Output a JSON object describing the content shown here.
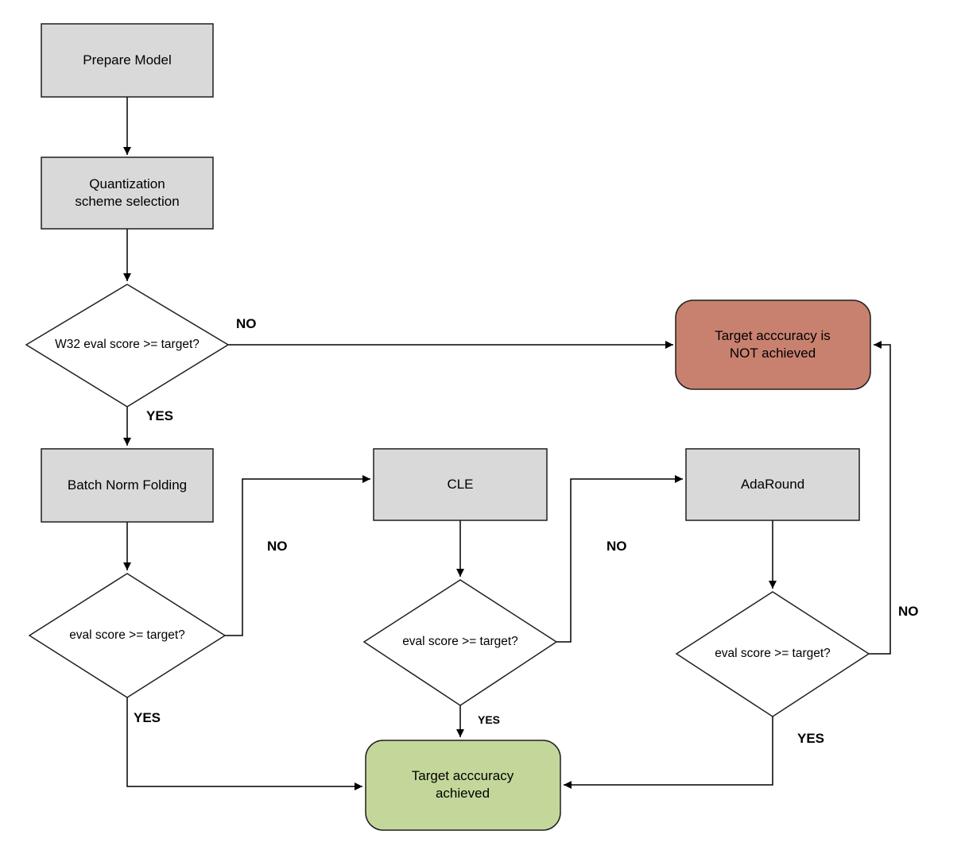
{
  "diagram": {
    "nodes": {
      "prepare_model": {
        "label": "Prepare Model"
      },
      "quant_scheme": {
        "label": "Quantization scheme selection"
      },
      "w32_check": {
        "label": "W32 eval score >= target?"
      },
      "not_achieved": {
        "label": "Target acccuracy is NOT achieved"
      },
      "batch_norm": {
        "label": "Batch Norm Folding"
      },
      "bnf_check": {
        "label": "eval score >= target?"
      },
      "cle": {
        "label": "CLE"
      },
      "cle_check": {
        "label": "eval score >= target?"
      },
      "adaround": {
        "label": "AdaRound"
      },
      "ada_check": {
        "label": "eval score >= target?"
      },
      "achieved": {
        "label": "Target acccuracy achieved"
      }
    },
    "edge_labels": {
      "w32_no": "NO",
      "w32_yes": "YES",
      "bnf_no": "NO",
      "bnf_yes": "YES",
      "cle_no": "NO",
      "cle_yes": "YES",
      "ada_no": "NO",
      "ada_yes": "YES"
    },
    "colors": {
      "node_gray": "#d9d9d9",
      "node_red": "#c9816f",
      "node_red_stroke": "#8f4a3a",
      "node_green": "#c4d79b",
      "node_green_stroke": "#77933c",
      "line": "#000000"
    }
  }
}
